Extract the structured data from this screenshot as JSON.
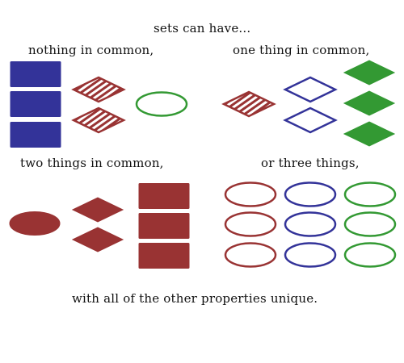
{
  "title": "sets can have...",
  "captions": {
    "nothing": "nothing in common,",
    "one": "one thing in common,",
    "two": "two things in common,",
    "three": "or three things,"
  },
  "footer": "with all of the other properties unique.",
  "colors": {
    "red": "#993333",
    "purple": "#333399",
    "green": "#339933"
  },
  "groups": [
    {
      "id": "nothing-in-common",
      "cards": [
        {
          "shape": "rectangle",
          "color": "purple",
          "fill": "solid",
          "count": 3
        },
        {
          "shape": "diamond",
          "color": "red",
          "fill": "striped",
          "count": 2
        },
        {
          "shape": "oval",
          "color": "green",
          "fill": "outline",
          "count": 1
        }
      ]
    },
    {
      "id": "one-thing-in-common",
      "cards": [
        {
          "shape": "diamond",
          "color": "red",
          "fill": "striped",
          "count": 1
        },
        {
          "shape": "diamond",
          "color": "purple",
          "fill": "outline",
          "count": 2
        },
        {
          "shape": "diamond",
          "color": "green",
          "fill": "solid",
          "count": 3
        }
      ]
    },
    {
      "id": "two-things-in-common",
      "cards": [
        {
          "shape": "oval",
          "color": "red",
          "fill": "solid",
          "count": 1
        },
        {
          "shape": "diamond",
          "color": "red",
          "fill": "solid",
          "count": 2
        },
        {
          "shape": "rectangle",
          "color": "red",
          "fill": "solid",
          "count": 3
        }
      ]
    },
    {
      "id": "three-things-in-common",
      "cards": [
        {
          "shape": "oval",
          "color": "red",
          "fill": "outline",
          "count": 3
        },
        {
          "shape": "oval",
          "color": "purple",
          "fill": "outline",
          "count": 3
        },
        {
          "shape": "oval",
          "color": "green",
          "fill": "outline",
          "count": 3
        }
      ]
    }
  ]
}
